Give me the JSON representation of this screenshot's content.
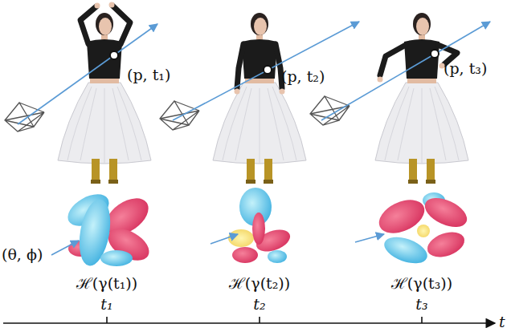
{
  "diagram": {
    "labels": [
      "(p, t₁)",
      "(p, t₂)",
      "(p, t₃)",
      "(θ, ϕ)",
      "ℋ(γ(t₁))",
      "ℋ(γ(t₂))",
      "ℋ(γ(t₃))",
      "t₁",
      "t₂",
      "t₃",
      "t"
    ]
  }
}
